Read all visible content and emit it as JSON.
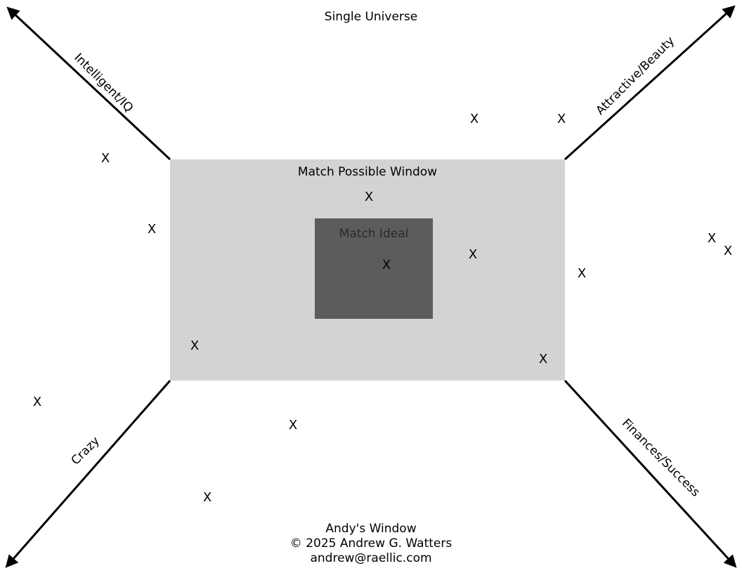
{
  "title": "Single Universe",
  "window_label": "Match Possible Window",
  "ideal_label": "Match Ideal",
  "axes": {
    "top_left": "Intelligent/IQ",
    "top_right": "Attractive/Beauty",
    "bottom_left": "Crazy",
    "bottom_right": "Finances/Success"
  },
  "marker_symbol": "X",
  "colors": {
    "window_fill": "#d3d3d3",
    "ideal_fill": "#5c5c5c",
    "axis_line": "#000000"
  },
  "footer": {
    "line1": "Andy's Window",
    "line2": "© 2025 Andrew G. Watters",
    "line3": "andrew@raellic.com"
  }
}
